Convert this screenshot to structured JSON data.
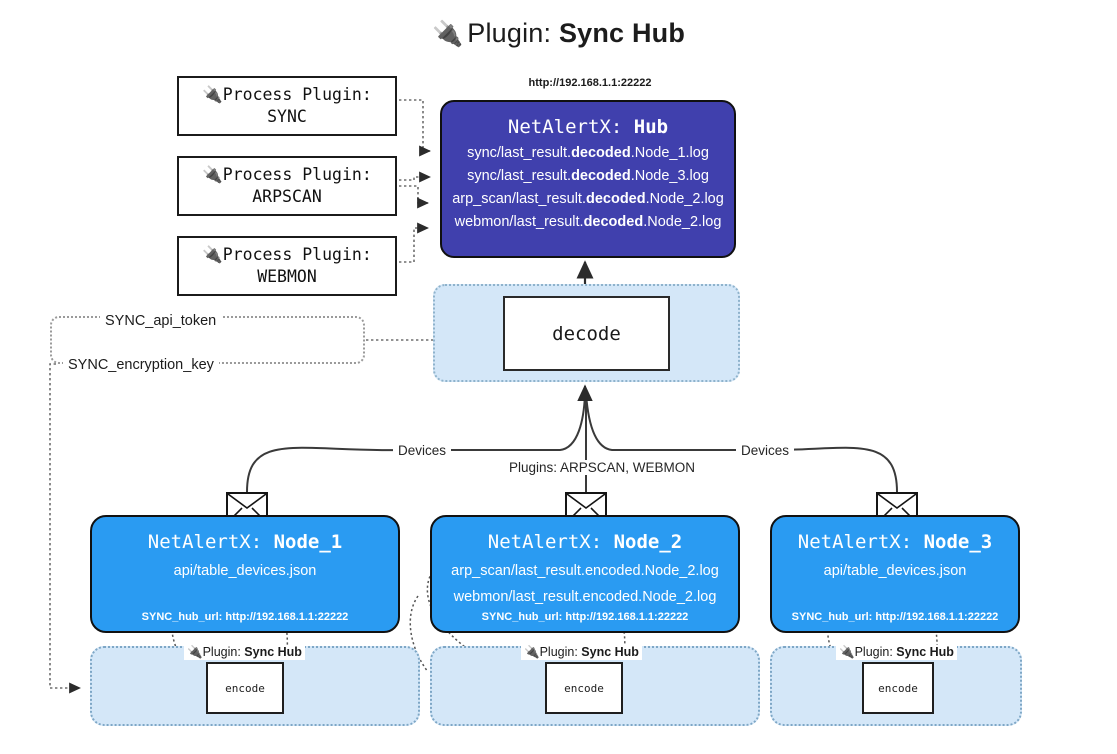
{
  "header": {
    "icon": "plug-icon",
    "prefix": "Plugin:",
    "name": "Sync Hub"
  },
  "process_plugins": [
    {
      "icon": "plug-icon",
      "line1": "Process Plugin:",
      "line2": "SYNC"
    },
    {
      "icon": "plug-icon",
      "line1": "Process Plugin:",
      "line2": "ARPSCAN"
    },
    {
      "icon": "plug-icon",
      "line1": "Process Plugin:",
      "line2": "WEBMON"
    }
  ],
  "hub": {
    "url": "http://192.168.1.1:22222",
    "title_prefix": "NetAlertX:",
    "title_name": "Hub",
    "logs": [
      {
        "pre": "sync/last_result.",
        "mid": "decoded",
        "post": ".Node_1.log"
      },
      {
        "pre": "sync/last_result.",
        "mid": "decoded",
        "post": ".Node_3.log"
      },
      {
        "pre": "arp_scan/last_result.",
        "mid": "decoded",
        "post": ".Node_2.log"
      },
      {
        "pre": "webmon/last_result.",
        "mid": "decoded",
        "post": ".Node_2.log"
      }
    ],
    "color": "#4040ad"
  },
  "decode": {
    "label": "decode",
    "container_color": "#d4e7f8"
  },
  "tokens": [
    {
      "label": "SYNC_api_token"
    },
    {
      "label": "SYNC_encryption_key"
    }
  ],
  "edge_labels": {
    "devices_left": "Devices",
    "devices_right": "Devices",
    "plugins_center": "Plugins: ARPSCAN, WEBMON"
  },
  "nodes": [
    {
      "title_prefix": "NetAlertX:",
      "title_name": "Node_1",
      "lines": [
        "api/table_devices.json"
      ],
      "footer": "SYNC_hub_url: http://192.168.1.1:22222",
      "color": "#2a9bf2",
      "envelope": "envelope-icon"
    },
    {
      "title_prefix": "NetAlertX:",
      "title_name": "Node_2",
      "lines": [
        "arp_scan/last_result.encoded.Node_2.log",
        "webmon/last_result.encoded.Node_2.log"
      ],
      "footer": "SYNC_hub_url: http://192.168.1.1:22222",
      "color": "#2a9bf2",
      "envelope": "envelope-icon"
    },
    {
      "title_prefix": "NetAlertX:",
      "title_name": "Node_3",
      "lines": [
        "api/table_devices.json"
      ],
      "footer": "SYNC_hub_url: http://192.168.1.1:22222",
      "color": "#2a9bf2",
      "envelope": "envelope-icon"
    }
  ],
  "encoders": [
    {
      "plugin_prefix": "Plugin:",
      "plugin_name": "Sync Hub",
      "label": "encode",
      "icon": "plug-icon"
    },
    {
      "plugin_prefix": "Plugin:",
      "plugin_name": "Sync Hub",
      "label": "encode",
      "icon": "plug-icon"
    },
    {
      "plugin_prefix": "Plugin:",
      "plugin_name": "Sync Hub",
      "label": "encode",
      "icon": "plug-icon"
    }
  ]
}
